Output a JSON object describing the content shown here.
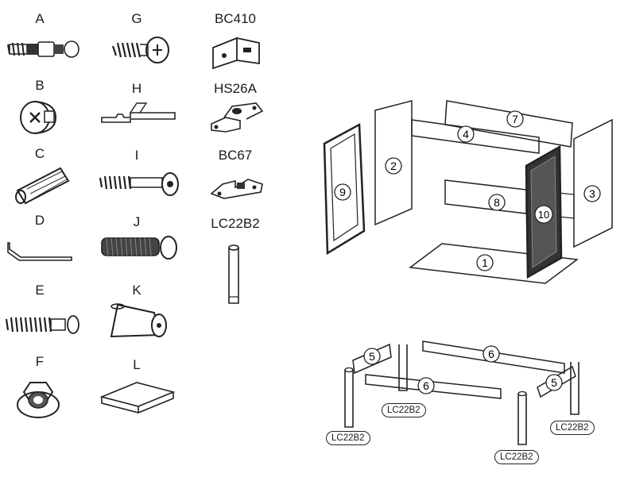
{
  "hardware": [
    {
      "id": "a",
      "label": "A",
      "icon": "cam-bolt-icon"
    },
    {
      "id": "b",
      "label": "B",
      "icon": "cam-lock-icon"
    },
    {
      "id": "c",
      "label": "C",
      "icon": "wood-dowel-icon"
    },
    {
      "id": "d",
      "label": "D",
      "icon": "allen-key-icon"
    },
    {
      "id": "e",
      "label": "E",
      "icon": "long-bolt-icon"
    },
    {
      "id": "f",
      "label": "F",
      "icon": "hex-nut-icon"
    },
    {
      "id": "g",
      "label": "G",
      "icon": "wood-screw-icon"
    },
    {
      "id": "h",
      "label": "H",
      "icon": "wrench-icon"
    },
    {
      "id": "i",
      "label": "I",
      "icon": "connector-bolt-icon"
    },
    {
      "id": "j",
      "label": "J",
      "icon": "threaded-bolt-icon"
    },
    {
      "id": "k",
      "label": "K",
      "icon": "foot-cap-icon"
    },
    {
      "id": "l",
      "label": "L",
      "icon": "shim-block-icon"
    },
    {
      "id": "bc410",
      "label": "BC410",
      "icon": "corner-bracket-icon"
    },
    {
      "id": "hs26a",
      "label": "HS26A",
      "icon": "hinge-icon"
    },
    {
      "id": "bc67",
      "label": "BC67",
      "icon": "mounting-clip-icon"
    },
    {
      "id": "lc22b2",
      "label": "LC22B2",
      "icon": "leg-icon"
    }
  ],
  "panels": {
    "p1": "1",
    "p2": "2",
    "p3": "3",
    "p4": "4",
    "p7": "7",
    "p8": "8",
    "p9": "9",
    "p10": "10"
  },
  "frame": {
    "p5": "5",
    "p6": "6",
    "leg_label": "LC22B2"
  }
}
